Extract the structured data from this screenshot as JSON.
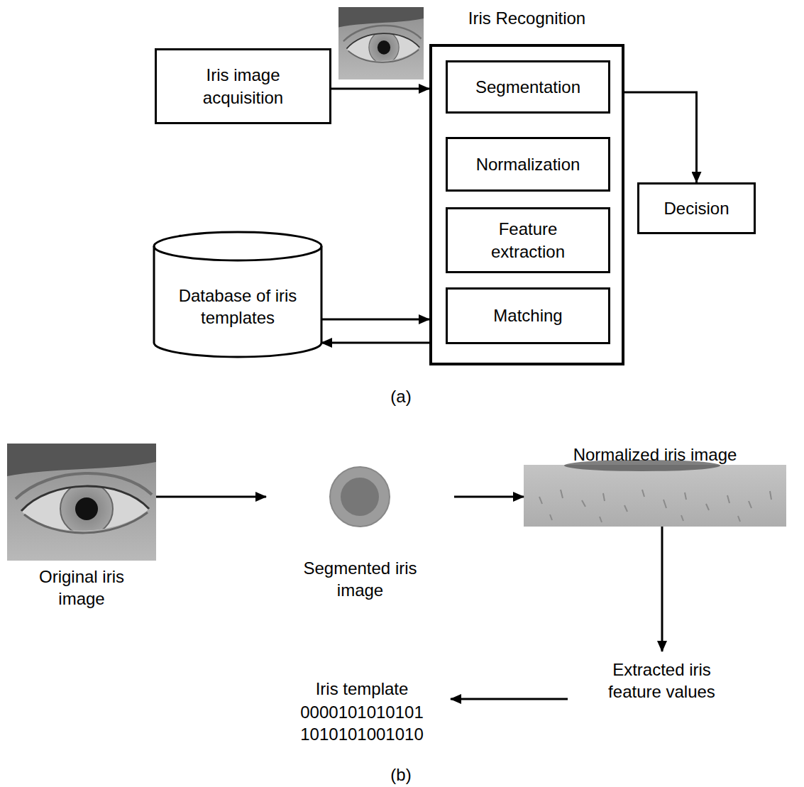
{
  "diagram": {
    "nodes": [
      {
        "text": [
          "Iris image acquisition"
        ]
      },
      {
        "text": [
          "Iris Recognition"
        ]
      },
      {
        "text": [
          "Segmentation"
        ],
        "in": 1
      },
      {
        "text": [
          "Normalization"
        ],
        "in": 1
      },
      {
        "text": [
          "Feature extraction"
        ],
        "in": 1
      },
      {
        "text": [
          "Matching"
        ],
        "in": 1
      },
      {
        "text": [
          "Decision"
        ]
      },
      {
        "text": [
          "Database of iris templates"
        ]
      },
      {
        "text": [
          "Original iris image"
        ]
      },
      {
        "text": [
          "Segmented iris image"
        ]
      },
      {
        "text": [
          "Normalized iris image"
        ]
      },
      {
        "text": [
          "Extracted iris feature values"
        ]
      },
      {
        "text": [
          "Iris template",
          "0000101010101 1010101001010"
        ]
      }
    ],
    "edges": [
      {
        "from": 0,
        "to": 1,
        "arrow": "to"
      },
      {
        "from": 1,
        "to": 6,
        "arrow": "to"
      },
      {
        "from": 7,
        "to": 1,
        "arrow": "to"
      },
      {
        "from": 1,
        "to": 7,
        "arrow": "to"
      },
      {
        "from": 8,
        "to": 9,
        "arrow": "to"
      },
      {
        "from": 9,
        "to": 10,
        "arrow": "to"
      },
      {
        "from": 10,
        "to": 11,
        "arrow": "to"
      },
      {
        "from": 11,
        "to": 12,
        "arrow": "to"
      }
    ],
    "labels": [
      "(a)",
      "(b)"
    ]
  }
}
